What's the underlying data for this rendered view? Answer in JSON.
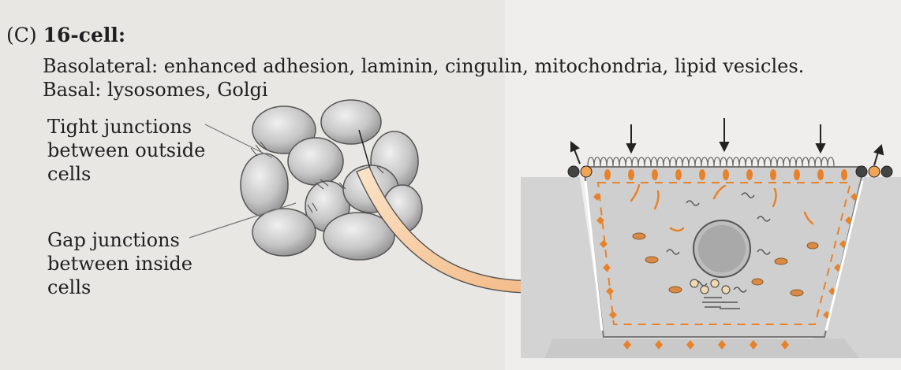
{
  "caption": {
    "panel": "(C)",
    "stage": "16-cell:",
    "basolateral": "Basolateral: enhanced adhesion, laminin, cingulin, mitochondria, lipid vesicles.",
    "basal": "Basal: lysosomes, Golgi"
  },
  "labels": {
    "tight": [
      "Tight junctions",
      "between outside",
      "cells"
    ],
    "gap": [
      "Gap junctions",
      "between inside",
      "cells"
    ]
  },
  "colors": {
    "background": "#e9e7e4",
    "cell_fill": "#c8c8c8",
    "cell_outline": "#555555",
    "accent_orange": "#e8822a",
    "arrow_fill": "#f5c89a",
    "detail_panel": "#d6d6d6"
  }
}
